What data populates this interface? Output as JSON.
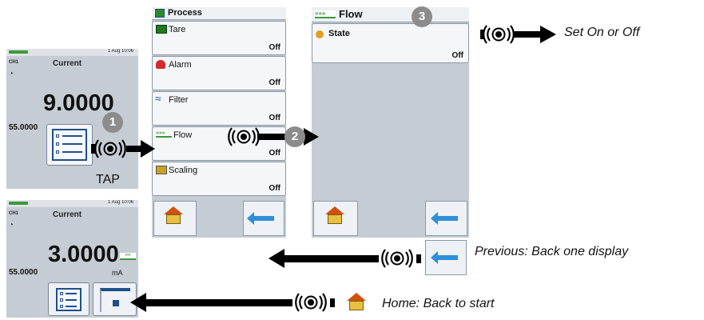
{
  "screen_top": {
    "datetime": "1 Aug 10:06",
    "channel": "CH1",
    "mode": "Current",
    "reading": "9.0000",
    "sub_value": "55.0000"
  },
  "screen_bottom": {
    "datetime": "1 Aug 10:06",
    "channel": "CH1",
    "mode": "Current",
    "reading": "3.0000",
    "sub_value": "55.0000",
    "unit": "mA"
  },
  "process_menu": {
    "title": "Process",
    "items": [
      {
        "label": "Tare",
        "value": "Off",
        "icon": "tare-icon"
      },
      {
        "label": "Alarm",
        "value": "Off",
        "icon": "alarm-bell-icon"
      },
      {
        "label": "Filter",
        "value": "Off",
        "icon": "filter-wave-icon"
      },
      {
        "label": "Flow",
        "value": "Off",
        "icon": "flow-chevrons-icon"
      },
      {
        "label": "Scaling",
        "value": "Off",
        "icon": "scaling-icon"
      }
    ]
  },
  "flow_menu": {
    "title": "Flow",
    "items": [
      {
        "label": "State",
        "value": "Off",
        "icon": "state-icon"
      }
    ]
  },
  "steps": [
    "1",
    "2",
    "3"
  ],
  "labels": {
    "tap": "TAP",
    "set_on_off": "Set On or Off",
    "previous": "Previous: Back one display",
    "home": "Home: Back to start"
  },
  "colors": {
    "screen_bg": "#c5ccd3",
    "arrow": "#000000",
    "step_badge": "#8c8c8c",
    "battery": "#3a9a3a"
  }
}
